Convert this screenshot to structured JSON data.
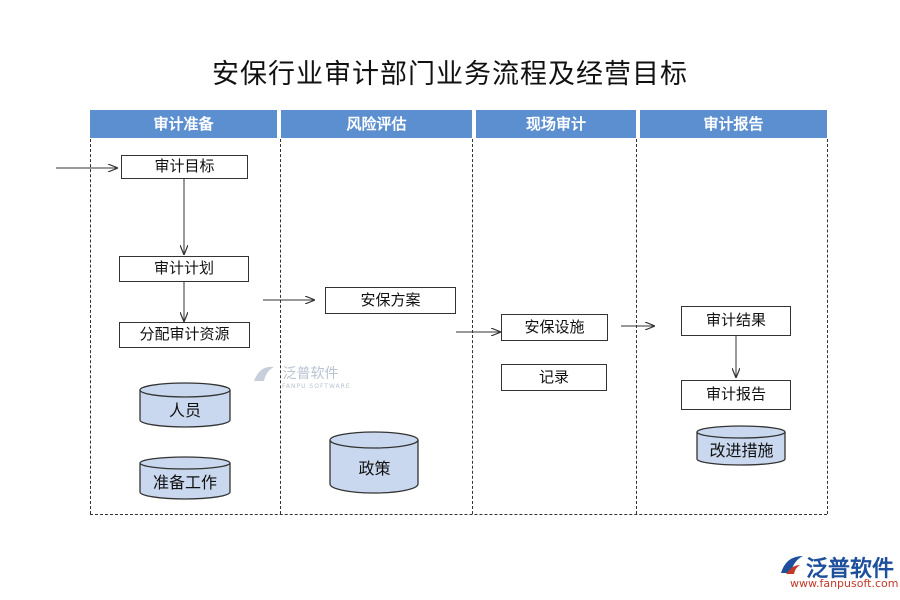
{
  "title": "安保行业审计部门业务流程及经营目标",
  "lanes": [
    "审计准备",
    "风险评估",
    "现场审计",
    "审计报告"
  ],
  "nodes": {
    "audit_goal": "审计目标",
    "audit_plan": "审计计划",
    "allocate_resources": "分配审计资源",
    "personnel": "人员",
    "prep_work": "准备工作",
    "security_plan": "安保方案",
    "policy": "政策",
    "security_facilities": "安保设施",
    "records": "记录",
    "audit_result": "审计结果",
    "audit_report": "审计报告",
    "improvement": "改进措施"
  },
  "watermark": {
    "name": "泛普软件",
    "sub": "FANPU SOFTWARE"
  },
  "logo": {
    "name": "泛普软件",
    "url": "www.fanpusoft.com"
  },
  "colors": {
    "lane_header": "#5b8fd0",
    "cylinder_fill": "#c9d8ee",
    "logo_blue": "#1e4f9c",
    "logo_red": "#c0392b"
  }
}
